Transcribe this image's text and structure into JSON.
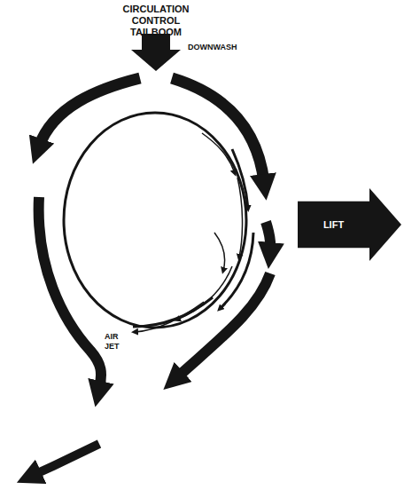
{
  "diagram": {
    "title": "CIRCULATION CONTROL TAILBOOM",
    "nodes": [
      {
        "text": [
          "LIFT"
        ]
      }
    ],
    "labels": [
      "DOWNWASH",
      "AIR JET"
    ]
  }
}
